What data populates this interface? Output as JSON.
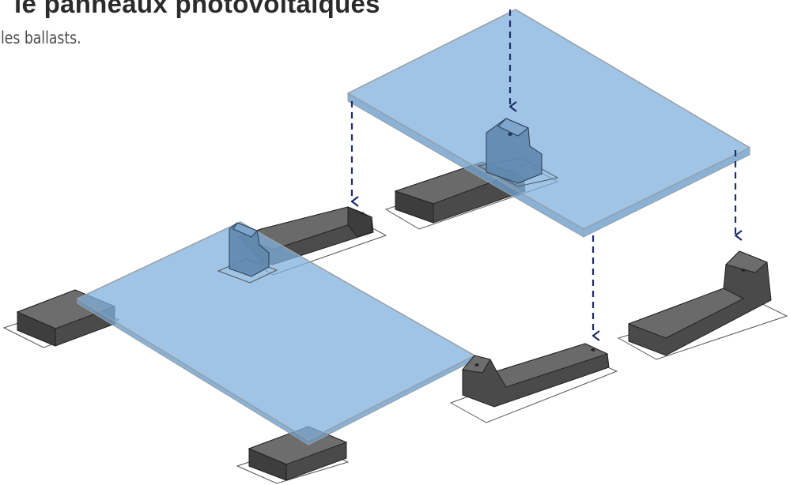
{
  "title": "le panneaux photovoltaïques",
  "subtitle": "les ballasts.",
  "colors": {
    "panel_fill": "#7fb0dc",
    "panel_edge": "#9aa0a6",
    "ballast_dark": "#4a4a4a",
    "ballast_top": "#6e6e6e",
    "ballast_outline": "#222222",
    "arrow": "#1f2d6b",
    "footprint": "#555555"
  },
  "icons": {
    "arrow": "dashed-down-chevron-arrow"
  }
}
